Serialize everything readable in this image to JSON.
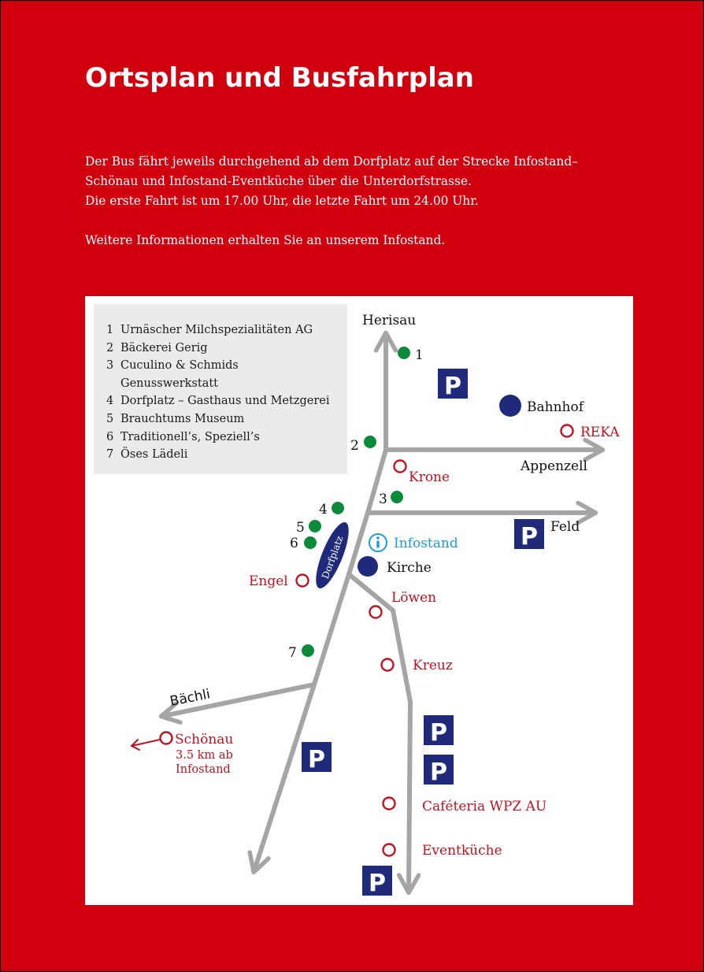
{
  "title": "Ortsplan und Busfahrplan",
  "intro": {
    "line1": "Der Bus fährt jeweils durchgehend ab dem Dorfplatz auf der Strecke Infostand–",
    "line2": "Schönau und Infostand-Eventküche über die Unterdorfstrasse.",
    "line3": "Die erste Fahrt ist um 17.00 Uhr, die letzte Fahrt um 24.00 Uhr.",
    "line4": "Weitere Informationen erhalten Sie an unserem Infostand."
  },
  "legend": [
    {
      "num": "1",
      "text": "Urnäscher Milchspezialitäten AG"
    },
    {
      "num": "2",
      "text": "Bäckerei Gerig"
    },
    {
      "num": "3",
      "text": "Cuculino & Schmids",
      "text2": "Genusswerkstatt"
    },
    {
      "num": "4",
      "text": "Dorfplatz – Gasthaus und Metzgerei"
    },
    {
      "num": "5",
      "text": "Brauchtums Museum"
    },
    {
      "num": "6",
      "text": "Traditionell’s, Speziell’s"
    },
    {
      "num": "7",
      "text": "Öses Lädeli"
    }
  ],
  "map": {
    "directions": {
      "herisau": "Herisau",
      "appenzell": "Appenzell",
      "feld": "Feld",
      "baechli": "Bächli"
    },
    "places": {
      "bahnhof": "Bahnhof",
      "kirche": "Kirche",
      "dorfplatz": "Dorfplatz",
      "infostand": "Infostand"
    },
    "stops": {
      "reka": "REKA",
      "krone": "Krone",
      "engel": "Engel",
      "loewen": "Löwen",
      "kreuz": "Kreuz",
      "schoenau": "Schönau",
      "schoenau_dist1": "3.5 km ab",
      "schoenau_dist2": "Infostand",
      "cafeteria": "Caféteria WPZ AU",
      "eventkueche": "Eventküche"
    },
    "markers": {
      "m1": "1",
      "m2": "2",
      "m3": "3",
      "m4": "4",
      "m5": "5",
      "m6": "6",
      "m7": "7"
    },
    "parking_label": "P",
    "colors": {
      "background": "#d0000f",
      "road": "#a5a5a5",
      "green_marker": "#0b8a3a",
      "bus_stop": "#c1121f",
      "place_dot": "#1f2b7a",
      "parking": "#1f2b7a",
      "info": "#1a9be0"
    }
  }
}
